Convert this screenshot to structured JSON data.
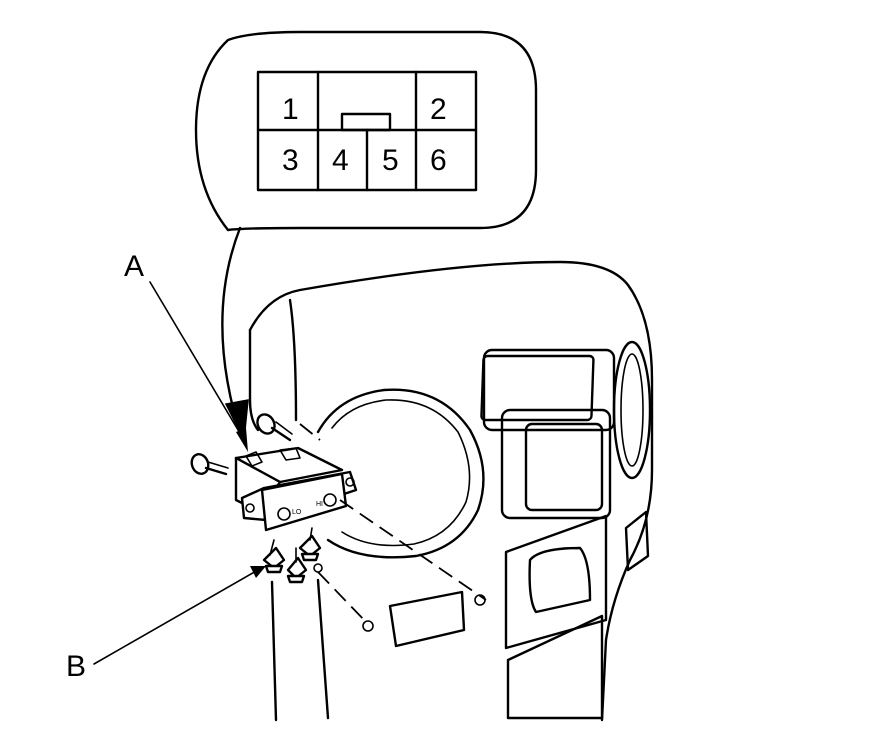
{
  "connector": {
    "pins": [
      {
        "id": "pin-1",
        "label": "1"
      },
      {
        "id": "pin-2",
        "label": "2"
      },
      {
        "id": "pin-3",
        "label": "3"
      },
      {
        "id": "pin-4",
        "label": "4"
      },
      {
        "id": "pin-5",
        "label": "5"
      },
      {
        "id": "pin-6",
        "label": "6"
      }
    ]
  },
  "callouts": {
    "a": "A",
    "b": "B"
  },
  "switch_face": {
    "lo": "LO",
    "hi": "HI"
  }
}
